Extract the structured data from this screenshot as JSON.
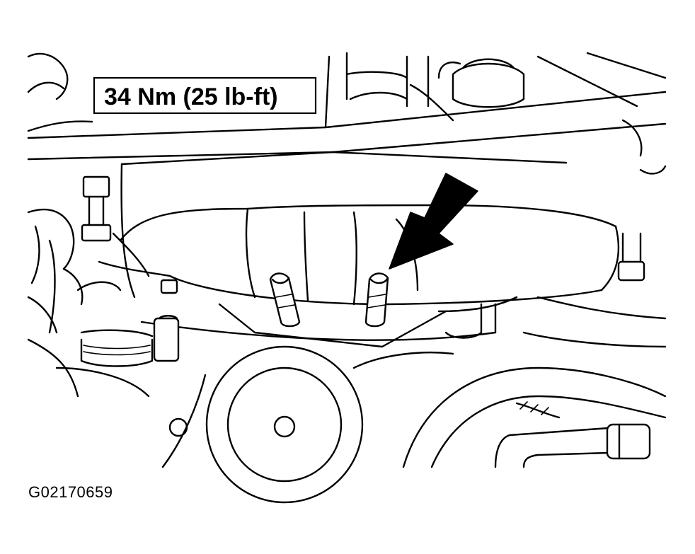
{
  "diagram": {
    "torque_callout": "34 Nm (25 lb-ft)",
    "figure_id": "G02170659",
    "line_color": "#000000",
    "background_color": "#ffffff",
    "arrow": {
      "direction": "down-left",
      "points_to": "stud"
    }
  }
}
